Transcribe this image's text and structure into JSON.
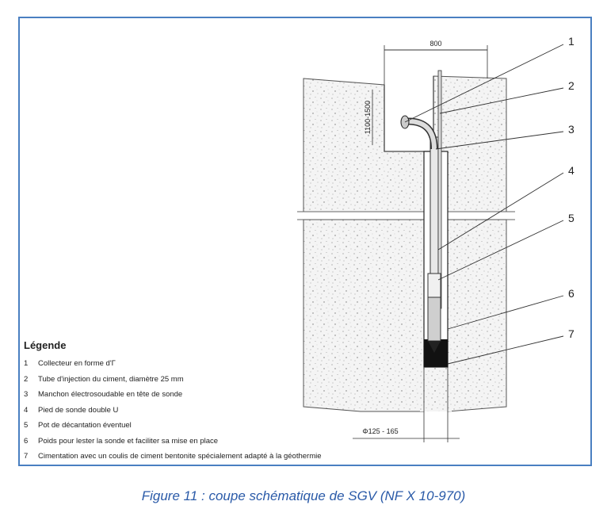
{
  "diagram": {
    "dimensions": {
      "width": "800",
      "depth": "1100-1500",
      "diameter": "Φ125 - 165"
    },
    "callouts": [
      "1",
      "2",
      "3",
      "4",
      "5",
      "6",
      "7"
    ]
  },
  "legend": {
    "title": "Légende",
    "items": [
      {
        "num": "1",
        "text": "Collecteur en forme d'Γ"
      },
      {
        "num": "2",
        "text": "Tube d'injection du ciment, diamètre 25 mm"
      },
      {
        "num": "3",
        "text": "Manchon électrosoudable en tête de sonde"
      },
      {
        "num": "4",
        "text": "Pied de sonde double U"
      },
      {
        "num": "5",
        "text": "Pot de décantation éventuel"
      },
      {
        "num": "6",
        "text": "Poids pour lester la sonde et faciliter sa mise en place"
      },
      {
        "num": "7",
        "text": "Cimentation avec un coulis de ciment bentonite spécialement adapté à la géothermie"
      }
    ]
  },
  "caption": "Figure 11 : coupe schématique de SGV (NF X 10-970)",
  "colors": {
    "frame": "#4a7fc1",
    "caption": "#2a5aa8"
  }
}
